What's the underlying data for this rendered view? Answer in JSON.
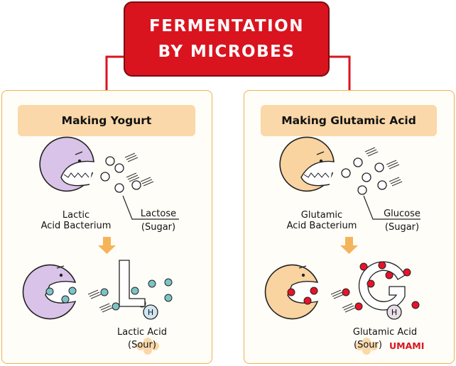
{
  "title": {
    "line1": "FERMENTATION",
    "line2": "BY MICROBES"
  },
  "left": {
    "heading": "Making Yogurt",
    "bacterium": {
      "line1": "Lactic",
      "line2": "Acid Bacterium"
    },
    "sugar": {
      "name": "Lactose",
      "note": "(Sugar)"
    },
    "product": {
      "name": "Lactic Acid",
      "note": "(Sour)",
      "marker": "H"
    }
  },
  "right": {
    "heading": "Making Glutamic Acid",
    "bacterium": {
      "line1": "Glutamic",
      "line2": "Acid Bacterium"
    },
    "sugar": {
      "name": "Glucose",
      "note": "(Sugar)"
    },
    "product": {
      "name": "Glutamic Acid",
      "note": "(Sour)",
      "marker": "H",
      "taste": "UMAMI"
    }
  },
  "colors": {
    "title_red": "#d9141f",
    "panel_border": "#f0b24f",
    "heading_fill": "#fad8a9",
    "lactic_bacterium": "#d9c3e8",
    "glutamic_bacterium": "#f9d3a0",
    "lactic_acid_dot": "#7cc3c7",
    "glutamic_acid_dot": "#e8132a",
    "arrow": "#f5b35a"
  }
}
